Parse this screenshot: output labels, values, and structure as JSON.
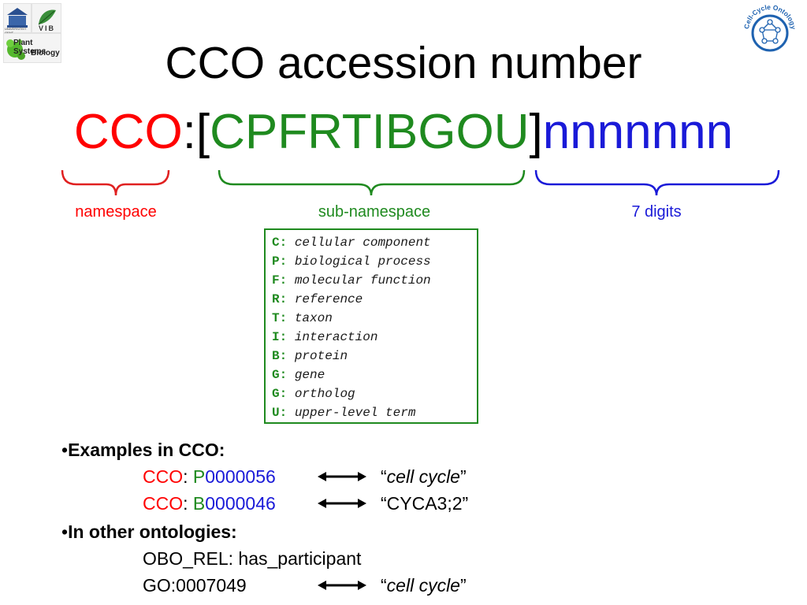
{
  "logos": {
    "university_text": "UNIVERSITEIT GENT",
    "vib_text": "VIB",
    "psb_line1": "Plant Systems",
    "psb_line2": "Biology",
    "cco_logo_text": "Cell-Cycle Ontology"
  },
  "title": "CCO accession number",
  "accession": {
    "namespace": "CCO",
    "colon_bracket": ":[",
    "subnamespace": "CPFRTIBGOU",
    "close_bracket": "]",
    "digits": "nnnnnnn"
  },
  "brace_labels": {
    "namespace": "namespace",
    "subnamespace": "sub-namespace",
    "digits": "7 digits"
  },
  "colors": {
    "namespace": "#ff0000",
    "subnamespace": "#1f8a1f",
    "digits": "#1a1ad8"
  },
  "code_list": [
    {
      "letter": "C",
      "sep": ":",
      "desc": "cellular component"
    },
    {
      "letter": "P",
      "sep": ":",
      "desc": "biological process"
    },
    {
      "letter": "F",
      "sep": ":",
      "desc": "molecular function"
    },
    {
      "letter": "R",
      "sep": ":",
      "desc": "reference"
    },
    {
      "letter": "T",
      "sep": ":",
      "desc": "taxon"
    },
    {
      "letter": "I",
      "sep": ":",
      "desc": "interaction"
    },
    {
      "letter": "B",
      "sep": ":",
      "desc": "protein"
    },
    {
      "letter": "G",
      "sep": ":",
      "desc": "gene"
    },
    {
      "letter": "G",
      "sep": ":",
      "desc": "ortholog"
    },
    {
      "letter": "U",
      "sep": ":",
      "desc": "upper-level term"
    }
  ],
  "examples": {
    "bullet": "•",
    "heading": "Examples in CCO:",
    "items": [
      {
        "ns": "CCO",
        "sep": ": ",
        "letter": "P",
        "number": "0000056",
        "quote_open": "“",
        "term": "cell cycle",
        "quote_close": "”"
      },
      {
        "ns": "CCO",
        "sep": ": ",
        "letter": "B",
        "number": "0000046",
        "term_plain": "“CYCA3;2”"
      }
    ]
  },
  "other": {
    "bullet": "•",
    "heading": "In other ontologies:",
    "line1": "OBO_REL: has_participant",
    "line2_id": "GO:0007049",
    "quote_open": "“",
    "term": "cell cycle",
    "quote_close": "”"
  }
}
